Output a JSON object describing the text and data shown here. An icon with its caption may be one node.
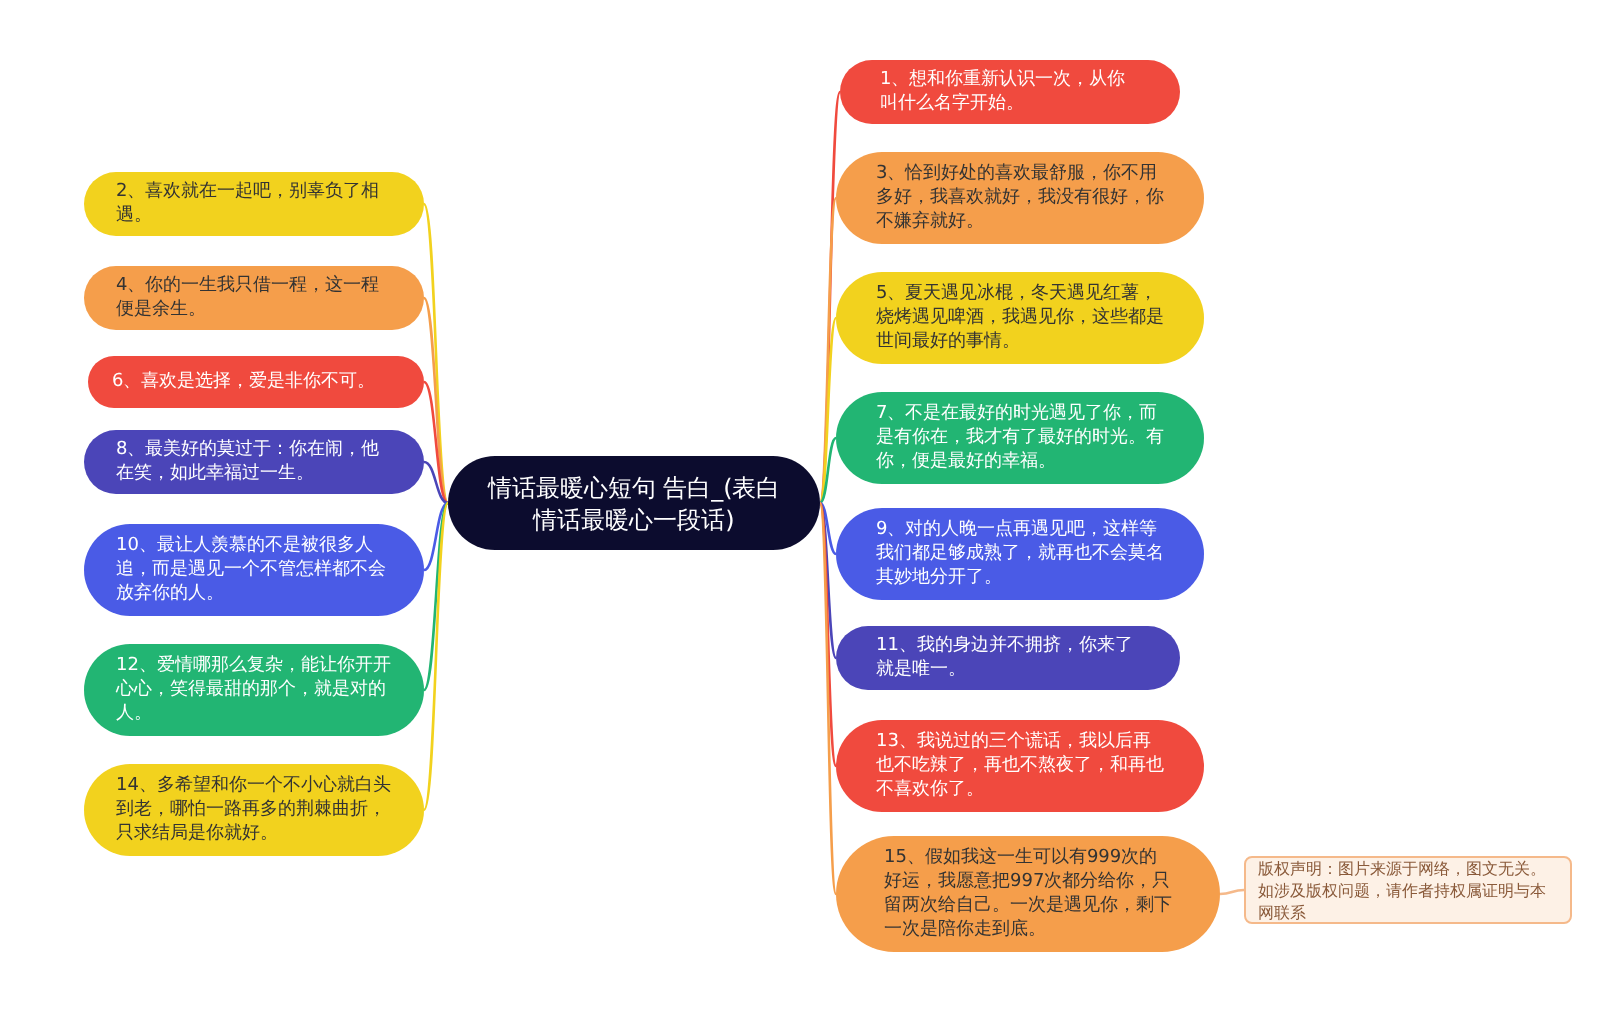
{
  "diagram": {
    "nodes": [
      {
        "text": [
          "情话最暖心短句 告白_(表白情话最暖心一段话)"
        ]
      },
      {
        "text": [
          "1、想和你重新认识一次，从你叫什么名字开始。"
        ]
      },
      {
        "text": [
          "2、喜欢就在一起吧，别辜负了相遇。"
        ]
      },
      {
        "text": [
          "3、恰到好处的喜欢最舒服，你不用多好，我喜欢就好，我没有很好，你不嫌弃就好。"
        ]
      },
      {
        "text": [
          "4、你的一生我只借一程，这一程便是余生。"
        ]
      },
      {
        "text": [
          "5、夏天遇见冰棍，冬天遇见红薯，烧烤遇见啤酒，我遇见你，这些都是世间最好的事情。"
        ]
      },
      {
        "text": [
          "6、喜欢是选择，爱是非你不可。"
        ]
      },
      {
        "text": [
          "7、不是在最好的时光遇见了你，而是有你在，我才有了最好的时光。有你，便是最好的幸福。"
        ]
      },
      {
        "text": [
          "8、最美好的莫过于：你在闹，他在笑，如此幸福过一生。"
        ]
      },
      {
        "text": [
          "9、对的人晚一点再遇见吧，这样等我们都足够成熟了，就再也不会莫名其妙地分开了。"
        ]
      },
      {
        "text": [
          "10、最让人羡慕的不是被很多人追，而是遇见一个不管怎样都不会放弃你的人。"
        ]
      },
      {
        "text": [
          "11、我的身边并不拥挤，你来了就是唯一。"
        ]
      },
      {
        "text": [
          "12、爱情哪那么复杂，能让你开开心心，笑得最甜的那个，就是对的人。"
        ]
      },
      {
        "text": [
          "13、我说过的三个谎话，我以后再也不吃辣了，再也不熬夜了，和再也不喜欢你了。"
        ]
      },
      {
        "text": [
          "14、多希望和你一个不小心就白头到老，哪怕一路再多的荆棘曲折，只求结局是你就好。"
        ]
      },
      {
        "text": [
          "15、假如我这一生可以有999次的好运，我愿意把997次都分给你，只留两次给自己。一次是遇见你，剩下一次是陪你走到底。"
        ]
      },
      {
        "text": [
          "版权声明：图片来源于网络，图文无关。如涉及版权问题，请作者持权属证明与本网联系"
        ]
      }
    ],
    "edges": [
      {
        "from": 0,
        "to": 1,
        "arrow": "none",
        "color": "#f04a3e"
      },
      {
        "from": 0,
        "to": 2,
        "arrow": "none",
        "color": "#f2d21e"
      },
      {
        "from": 0,
        "to": 3,
        "arrow": "none",
        "color": "#f59e4b"
      },
      {
        "from": 0,
        "to": 4,
        "arrow": "none",
        "color": "#f59e4b"
      },
      {
        "from": 0,
        "to": 5,
        "arrow": "none",
        "color": "#f2d21e"
      },
      {
        "from": 0,
        "to": 6,
        "arrow": "none",
        "color": "#f04a3e"
      },
      {
        "from": 0,
        "to": 7,
        "arrow": "none",
        "color": "#22b573"
      },
      {
        "from": 0,
        "to": 8,
        "arrow": "none",
        "color": "#4b45b8"
      },
      {
        "from": 0,
        "to": 9,
        "arrow": "none",
        "color": "#4a5be6"
      },
      {
        "from": 0,
        "to": 10,
        "arrow": "none",
        "color": "#4a5be6"
      },
      {
        "from": 0,
        "to": 11,
        "arrow": "none",
        "color": "#4b45b8"
      },
      {
        "from": 0,
        "to": 12,
        "arrow": "none",
        "color": "#22b573"
      },
      {
        "from": 0,
        "to": 13,
        "arrow": "none",
        "color": "#f04a3e"
      },
      {
        "from": 0,
        "to": 14,
        "arrow": "none",
        "color": "#f2d21e"
      },
      {
        "from": 0,
        "to": 15,
        "arrow": "none",
        "color": "#f59e4b"
      },
      {
        "from": 15,
        "to": 16,
        "arrow": "none",
        "color": "#f5b98a"
      }
    ]
  }
}
